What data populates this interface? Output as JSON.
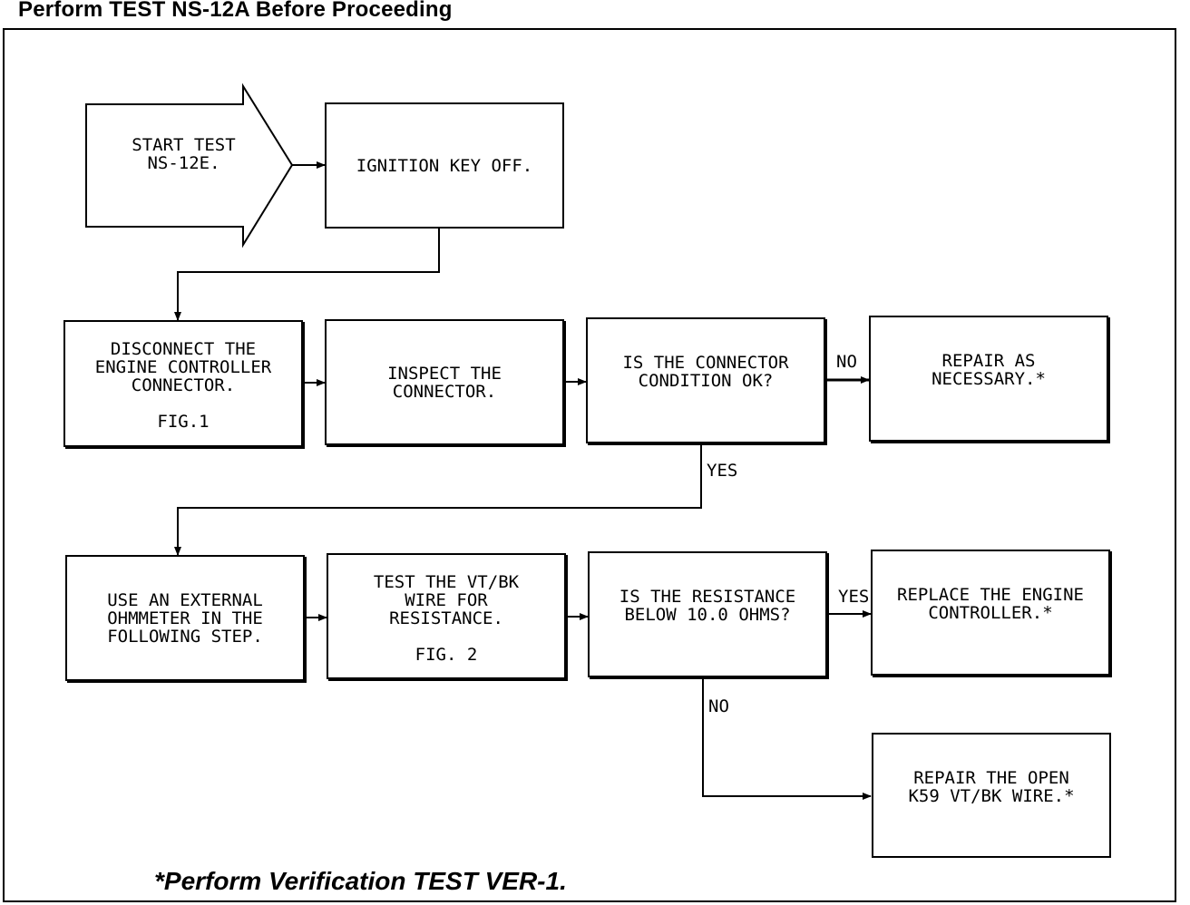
{
  "header": "Perform TEST NS-12A Before Proceeding",
  "footer": "*Perform Verification TEST VER-1.",
  "start": {
    "line1": "START TEST",
    "line2": "NS-12E."
  },
  "steps": {
    "ignition": "IGNITION KEY OFF.",
    "disconnect": {
      "line1": "DISCONNECT THE",
      "line2": "ENGINE CONTROLLER",
      "line3": "CONNECTOR.",
      "fig": "FIG.1"
    },
    "inspect": {
      "line1": "INSPECT THE",
      "line2": "CONNECTOR."
    },
    "connector_ok": {
      "line1": "IS THE CONNECTOR",
      "line2": "CONDITION OK?"
    },
    "repair_necessary": {
      "line1": "REPAIR AS",
      "line2": "NECESSARY.*"
    },
    "ohmmeter": {
      "line1": "USE AN EXTERNAL",
      "line2": "OHMMETER IN THE",
      "line3": "FOLLOWING STEP."
    },
    "test_wire": {
      "line1": "TEST THE VT/BK",
      "line2": "WIRE FOR",
      "line3": "RESISTANCE.",
      "fig": "FIG. 2"
    },
    "resistance_q": {
      "line1": "IS THE RESISTANCE",
      "line2": "BELOW 10.0 OHMS?"
    },
    "replace": {
      "line1": "REPLACE THE ENGINE",
      "line2": "CONTROLLER.*"
    },
    "repair_open": {
      "line1": "REPAIR THE OPEN",
      "line2": "K59 VT/BK WIRE.*"
    }
  },
  "labels": {
    "no1": "NO",
    "yes1": "YES",
    "yes2": "YES",
    "no2": "NO"
  }
}
